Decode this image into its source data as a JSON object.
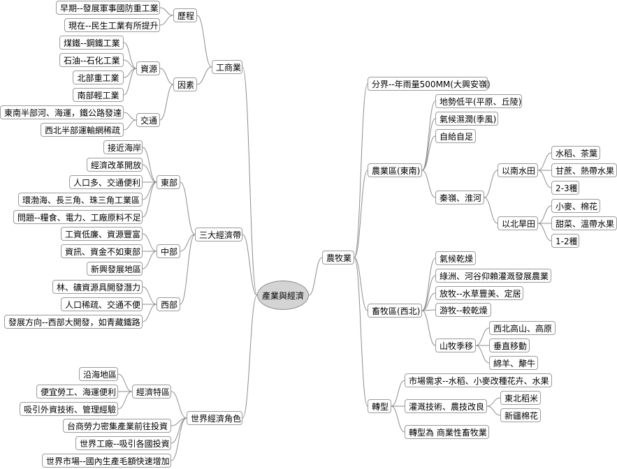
{
  "root": "產業與經濟",
  "nodes": {
    "gsy": "工商業",
    "ls": "歷程",
    "ls1": "早期--發展軍事國防重工業",
    "ls2": "現在--民生工業有所提升",
    "ys": "因素",
    "zy": "資源",
    "zy1": "煤鐵--鋼鐵工業",
    "zy2": "石油--石化工業",
    "zy3": "北部重工業",
    "zy4": "南部輕工業",
    "jt": "交通",
    "jt1": "東南半部河、海運，鐵公路發達",
    "jt2": "西北半部運輸網稀疏",
    "sd": "三大經濟帶",
    "db": "東部",
    "db1": "接近海岸",
    "db2": "經濟改革開放",
    "db3": "人口多、交通便利",
    "db4": "環渤海、長三角、珠三角工業區",
    "db5": "問題--糧食、電力、工廠原料不足",
    "zb": "中部",
    "zb1": "工資低廉、資源豐富",
    "zb2": "資訊、資金不如東部",
    "zb3": "新興發展地區",
    "xb": "西部",
    "xb1": "林、礦資源具開發潛力",
    "xb2": "人口稀疏、交通不便",
    "xb3": "發展方向--西部大開發，如青藏鐵路",
    "sj": "世界經濟角色",
    "jj": "經濟特區",
    "jj1": "沿海地區",
    "jj2": "便宜勞工、海運便利",
    "jj3": "吸引外資技術、管理經驗",
    "sj1": "台商勞力密集產業前往投資",
    "sj2": "世界工廠--吸引各國投資",
    "sj3": "世界市場--國內生產毛額快速增加",
    "nm": "農牧業",
    "fj": "分界--年雨量500MM(大興安嶺)",
    "ny": "農業區(東南)",
    "ny1": "地勢低平(平原、丘陵)",
    "ny2": "氣候濕潤(季風)",
    "ny3": "自給自足",
    "qh": "秦嶺、淮河",
    "ns": "以南水田",
    "ns1": "水稻、茶葉",
    "ns2": "甘蔗、熱帶水果",
    "ns3": "2-3穫",
    "bh": "以北旱田",
    "bh1": "小麥、棉花",
    "bh2": "甜菜、溫帶水果",
    "bh3": "1-2穫",
    "xm": "畜牧區(西北)",
    "xm1": "氣候乾燥",
    "xm2": "綠洲、河谷仰賴灌溉發展農業",
    "xm3": "放牧--水草豐美、定居",
    "xm4": "游牧--較乾燥",
    "sm": "山牧季移",
    "sm1": "西北高山、高原",
    "sm2": "垂直移動",
    "sm3": "綿羊、犛牛",
    "zx": "轉型",
    "zx1": "市場需求--水稻、小麥改種花卉、水果",
    "gg": "灌溉技術、農技改良",
    "gg1": "東北稻米",
    "gg2": "新疆棉花",
    "zx3": "轉型為 商業性畜牧業"
  },
  "colors": {
    "line": "#8c8c8c",
    "border": "#9a9a9a",
    "root_fill": "#d4d4d4"
  }
}
